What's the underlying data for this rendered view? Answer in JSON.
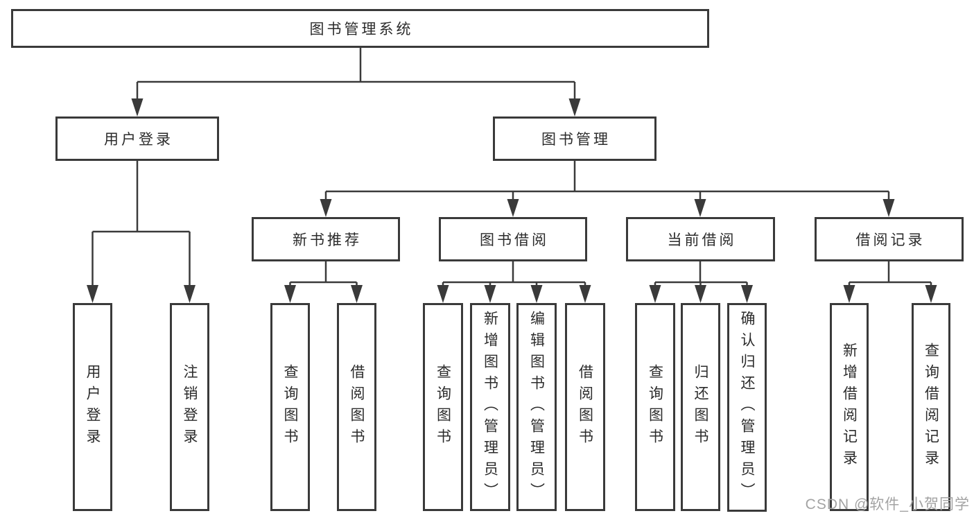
{
  "diagram": {
    "root": "图书管理系统",
    "level2": [
      "用户登录",
      "图书管理"
    ],
    "level3": [
      "新书推荐",
      "图书借阅",
      "当前借阅",
      "借阅记录"
    ],
    "leaves": {
      "user_login": [
        "用户登录",
        "注销登录"
      ],
      "new_book_recommend": [
        "查询图书",
        "借阅图书"
      ],
      "book_borrow": [
        "查询图书",
        "新增图书（管理员）",
        "编辑图书（管理员）",
        "借阅图书"
      ],
      "current_borrow": [
        "查询图书",
        "归还图书",
        "确认归还（管理员）"
      ],
      "borrow_records": [
        "新增借阅记录",
        "查询借阅记录"
      ]
    }
  },
  "colors": {
    "line": "#3a3a3a",
    "text": "#2b2b2b",
    "watermark": "#a3a3a3",
    "background": "#ffffff"
  },
  "watermark": "CSDN @软件_小贺同学"
}
